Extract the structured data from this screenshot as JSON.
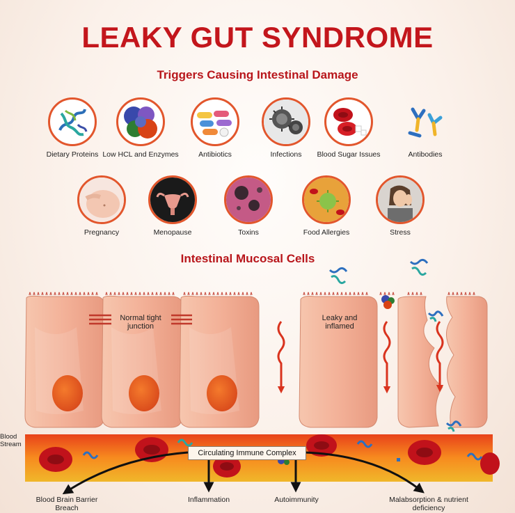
{
  "title": "LEAKY GUT SYNDROME",
  "triggers_heading": "Triggers Causing Intestinal Damage",
  "triggers_row1": [
    {
      "label": "Dietary Proteins",
      "icon": "protein-structure-icon"
    },
    {
      "label": "Low HCL and Enzymes",
      "icon": "enzyme-molecule-icon"
    },
    {
      "label": "Antibiotics",
      "icon": "pills-icon"
    },
    {
      "label": "Infections",
      "icon": "virus-icon"
    },
    {
      "label": "Blood Sugar Issues",
      "icon": "blood-cells-icon"
    },
    {
      "label": "Antibodies",
      "icon": "antibodies-icon"
    }
  ],
  "triggers_row2": [
    {
      "label": "Pregnancy",
      "icon": "pregnant-belly-icon"
    },
    {
      "label": "Menopause",
      "icon": "uterus-icon"
    },
    {
      "label": "Toxins",
      "icon": "toxin-particles-icon"
    },
    {
      "label": "Food Allergies",
      "icon": "allergen-icon"
    },
    {
      "label": "Stress",
      "icon": "stressed-person-icon"
    }
  ],
  "cells_heading": "Intestinal Mucosal Cells",
  "cell_labels": {
    "normal": "Normal tight junction",
    "leaky": "Leaky and inflamed"
  },
  "blood_stream_label": "Blood Stream",
  "immune_complex_label": "Circulating Immune Complex",
  "outcomes": [
    "Blood Brain Barrier Breach",
    "Inflammation",
    "Autoimmunity",
    "Malabsorption & nutrient deficiency"
  ],
  "colors": {
    "title_red": "#c3161c",
    "icon_border": "#e2562c",
    "cell_peach": "#f2b49c",
    "nucleus": "#e8541b",
    "arrow_red": "#d9331e",
    "blood_cell": "#c1121b"
  }
}
